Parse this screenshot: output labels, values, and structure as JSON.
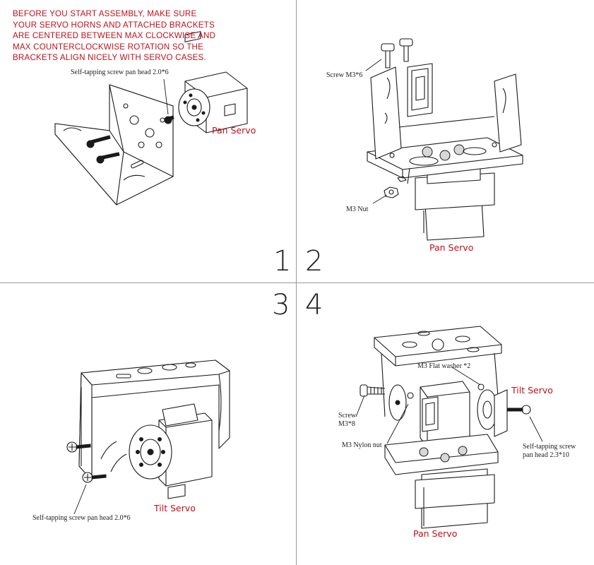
{
  "warning_lines": [
    "BEFORE YOU START ASSEMBLY, MAKE SURE",
    "YOUR SERVO HORNS AND ATTACHED BRACKETS",
    "ARE CENTERED BETWEEN MAX CLOCKWISE AND",
    "MAX COUNTERCLOCKWISE ROTATION SO THE",
    "BRACKETS ALIGN NICELY WITH SERVO CASES."
  ],
  "steps": [
    "1",
    "2",
    "3",
    "4"
  ],
  "panel1": {
    "screw_label": "Self-tapping screw pan head 2.0*6",
    "servo_label": "Pan Servo"
  },
  "panel2": {
    "screw_label": "Screw M3*6",
    "nut_label": "M3 Nut",
    "servo_label": "Pan Servo"
  },
  "panel3": {
    "screw_label": "Self-tapping screw pan head 2.0*6",
    "servo_label": "Tilt Servo"
  },
  "panel4": {
    "washer_label": "M3 Flat washer *2",
    "tilt_servo_label": "Tilt Servo",
    "screw_label_line1": "Screw",
    "screw_label_line2": "M3*8",
    "nylon_nut_label": "M3  Nylon nut",
    "tap_screw_line1": "Self-tapping screw",
    "tap_screw_line2": "pan head 2.3*10",
    "pan_servo_label": "Pan Servo"
  },
  "colors": {
    "accent_red": "#c0101a",
    "line": "#1a1a1a",
    "divider": "#9a9a9a"
  }
}
